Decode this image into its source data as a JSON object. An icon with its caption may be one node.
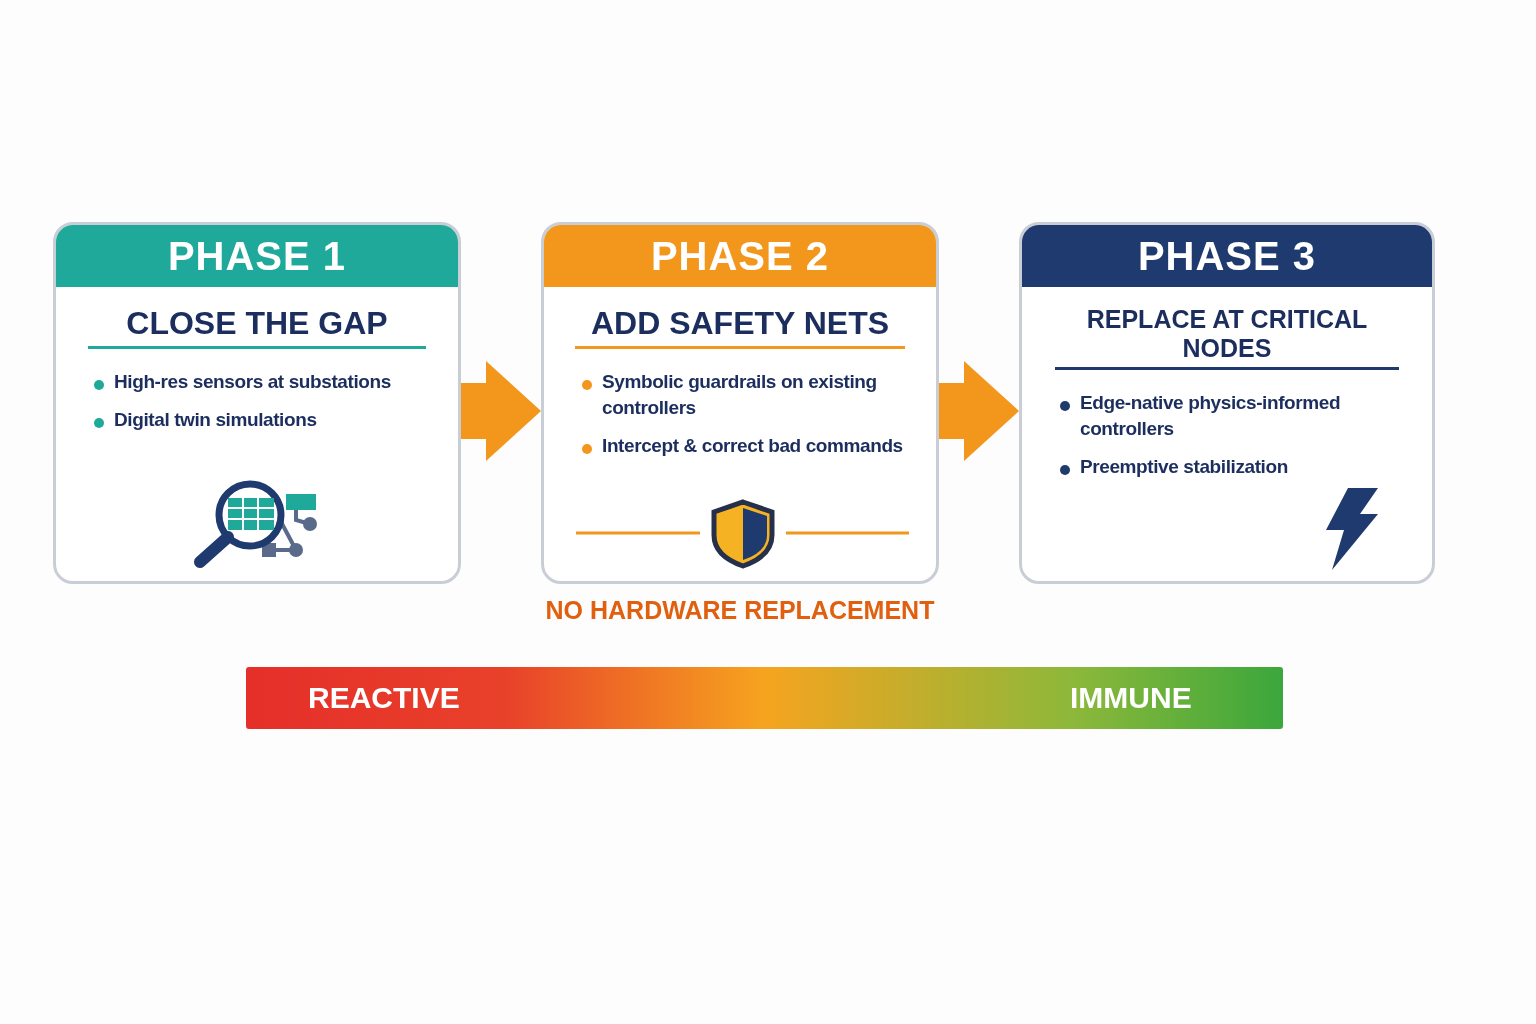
{
  "diagram": {
    "nodes": [
      {
        "text": [
          "PHASE 1",
          "CLOSE THE GAP",
          "High-res sensors at substations",
          "Digital twin simulations"
        ]
      },
      {
        "text": [
          "PHASE 2",
          "ADD SAFETY NETS",
          "Symbolic guardrails on existing controllers",
          "Intercept & correct bad commands"
        ],
        "beside": [
          "NO HARDWARE REPLACEMENT"
        ]
      },
      {
        "text": [
          "PHASE 3",
          "REPLACE AT CRITICAL NODES",
          "Edge-native physics-informed controllers",
          "Preemptive stabilization"
        ]
      },
      {
        "text": [
          "REACTIVE",
          "IMMUNE"
        ]
      }
    ],
    "edges": [
      {
        "from": 0,
        "to": 1,
        "arrow": "to"
      },
      {
        "from": 1,
        "to": 2,
        "arrow": "to"
      }
    ]
  }
}
